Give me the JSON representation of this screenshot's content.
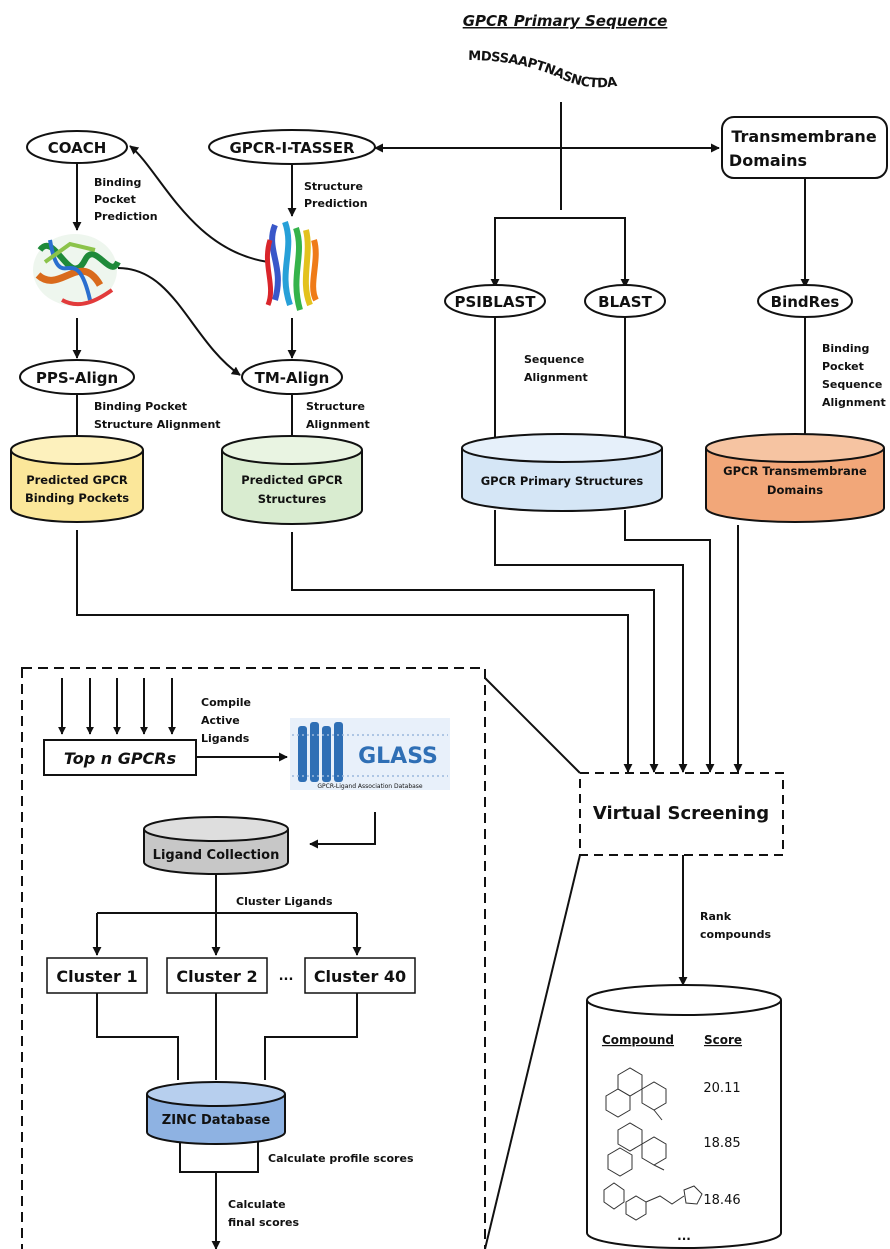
{
  "title": "GPCR Primary Sequence",
  "sequence": "MDSSAAPTNASNCTDA",
  "nodes": {
    "coach": "COACH",
    "gpcr_i_tasser": "GPCR-I-TASSER",
    "transmembrane_domains_line1": "Transmembrane",
    "transmembrane_domains_line2": "Domains",
    "psiblast": "PSIBLAST",
    "blast": "BLAST",
    "bindres": "BindRes",
    "pps_align": "PPS-Align",
    "tm_align": "TM-Align",
    "virtual_screening": "Virtual Screening",
    "top_n_gpcrs": "Top n GPCRs",
    "glass_logo": "GLASS",
    "glass_subtitle": "GPCR-Ligand Association Database",
    "cluster1": "Cluster 1",
    "cluster2": "Cluster 2",
    "cluster_ellipsis": "...",
    "cluster40": "Cluster 40"
  },
  "databases": {
    "binding_pockets": [
      "Predicted GPCR",
      "Binding Pockets"
    ],
    "structures": [
      "Predicted GPCR",
      "Structures"
    ],
    "primary": "GPCR Primary Structures",
    "transmembrane": [
      "GPCR Transmembrane",
      "Domains"
    ],
    "ligand_collection": "Ligand Collection",
    "zinc": "ZINC Database"
  },
  "edge_labels": {
    "binding_pocket_prediction": [
      "Binding",
      "Pocket",
      "Prediction"
    ],
    "structure_prediction": [
      "Structure",
      "Prediction"
    ],
    "sequence_alignment": [
      "Sequence",
      "Alignment"
    ],
    "binding_pocket_sequence_alignment": [
      "Binding",
      "Pocket",
      "Sequence",
      "Alignment"
    ],
    "binding_pocket_structure_alignment": [
      "Binding Pocket",
      "Structure Alignment"
    ],
    "structure_alignment": [
      "Structure",
      "Alignment"
    ],
    "compile_active_ligands": [
      "Compile",
      "Active",
      "Ligands"
    ],
    "cluster_ligands": "Cluster Ligands",
    "calculate_profile_scores": "Calculate profile scores",
    "calculate_final_scores": [
      "Calculate",
      "final scores"
    ],
    "rank_compounds": [
      "Rank",
      "compounds"
    ]
  },
  "results_table": {
    "headers": [
      "Compound",
      "Score"
    ],
    "scores": [
      "20.11",
      "18.85",
      "18.46"
    ],
    "ellipsis": "..."
  },
  "colors": {
    "binding_pockets_db": "#fbe79a",
    "structures_db": "#d9ecd0",
    "primary_db": "#d5e6f6",
    "transmembrane_db": "#f2a779",
    "ligand_collection_db": "#c7c7c7",
    "zinc_db": "#8eb2e2",
    "glass_accent": "#2f6fb5"
  }
}
